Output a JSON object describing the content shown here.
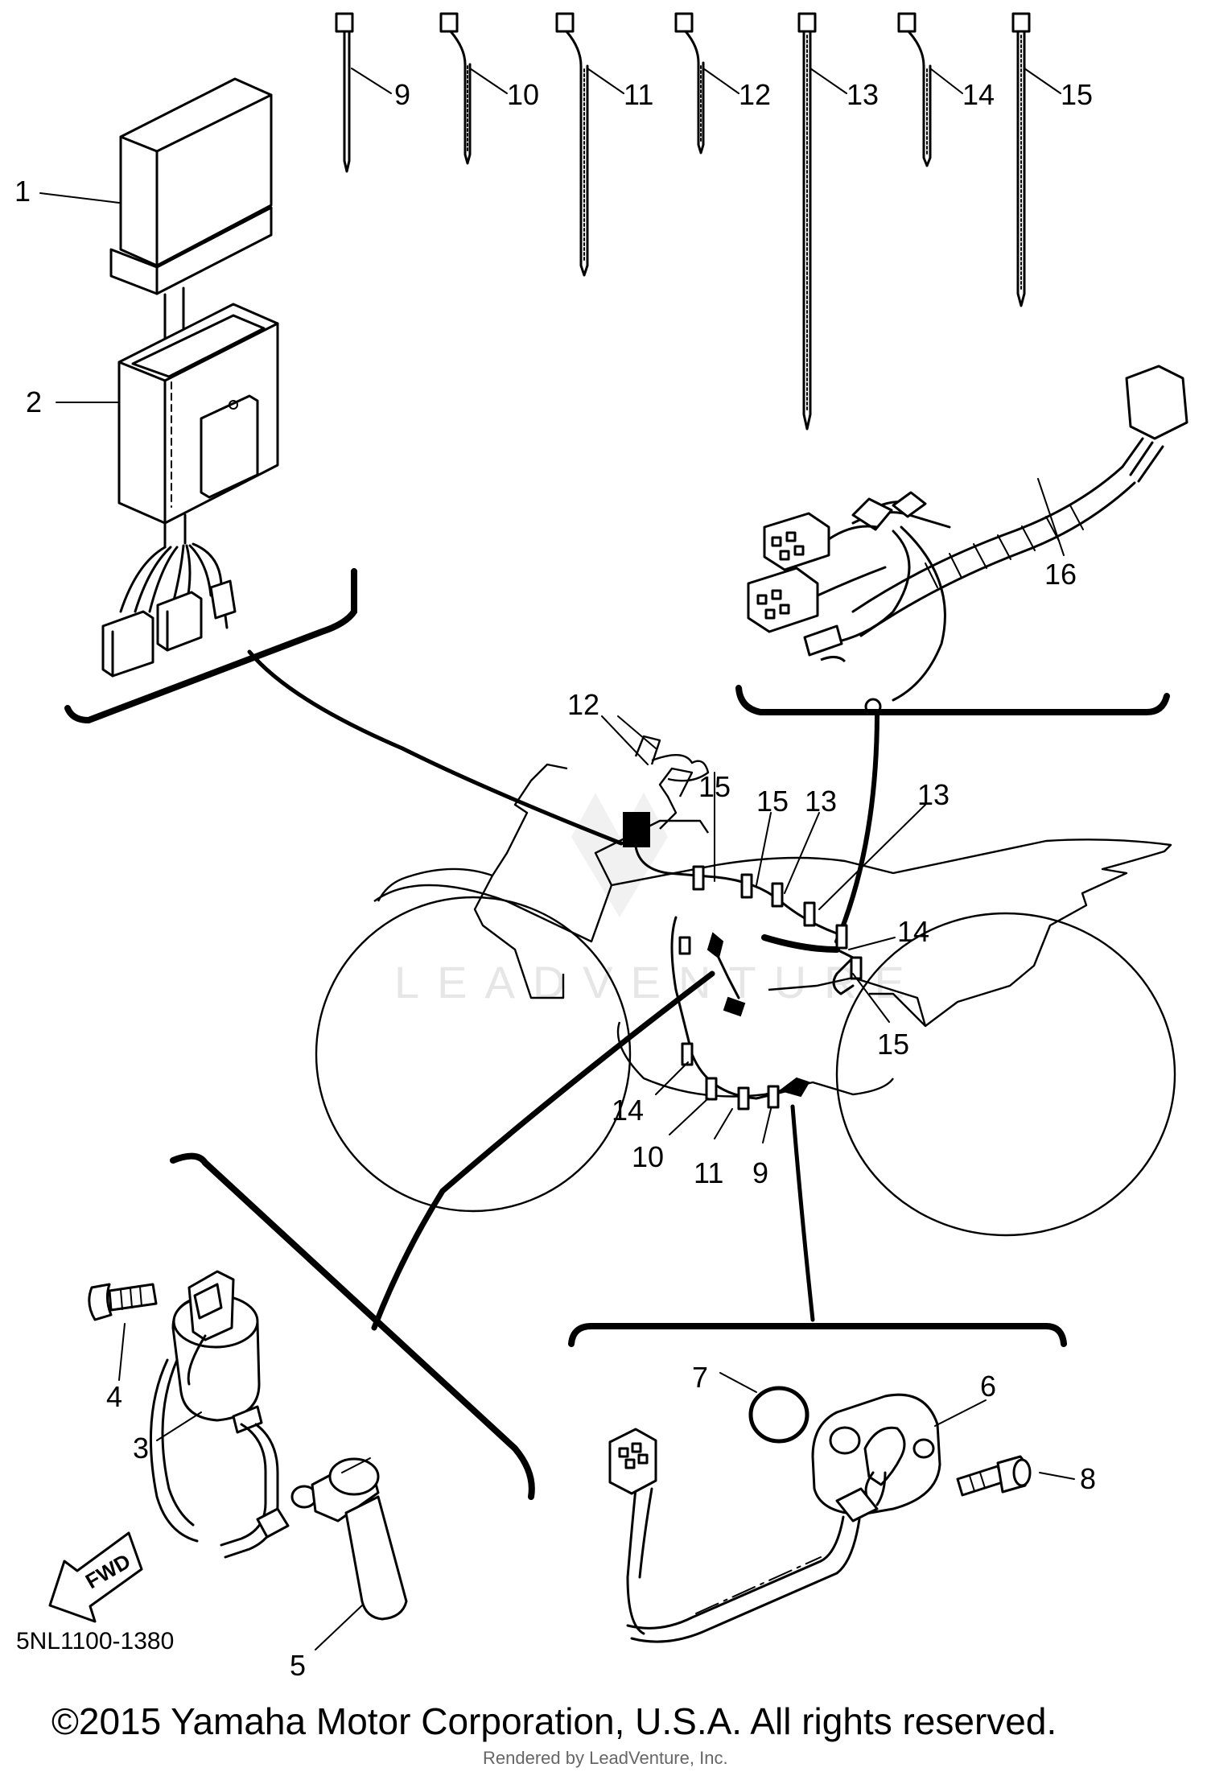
{
  "diagram": {
    "part_callouts": [
      "1",
      "2",
      "3",
      "4",
      "5",
      "6",
      "7",
      "8",
      "9",
      "10",
      "11",
      "12",
      "13",
      "14",
      "15",
      "16"
    ],
    "frame_callouts": [
      "12",
      "15",
      "15",
      "13",
      "13",
      "14",
      "15",
      "14",
      "10",
      "11",
      "9"
    ],
    "fwd_label": "FWD",
    "watermark": "LEADVENTURE"
  },
  "footer": {
    "diagram_code": "5NL1100-1380",
    "copyright": "©2015 Yamaha Motor Corporation, U.S.A. All rights reserved.",
    "rendered_by": "Rendered by LeadVenture, Inc."
  }
}
